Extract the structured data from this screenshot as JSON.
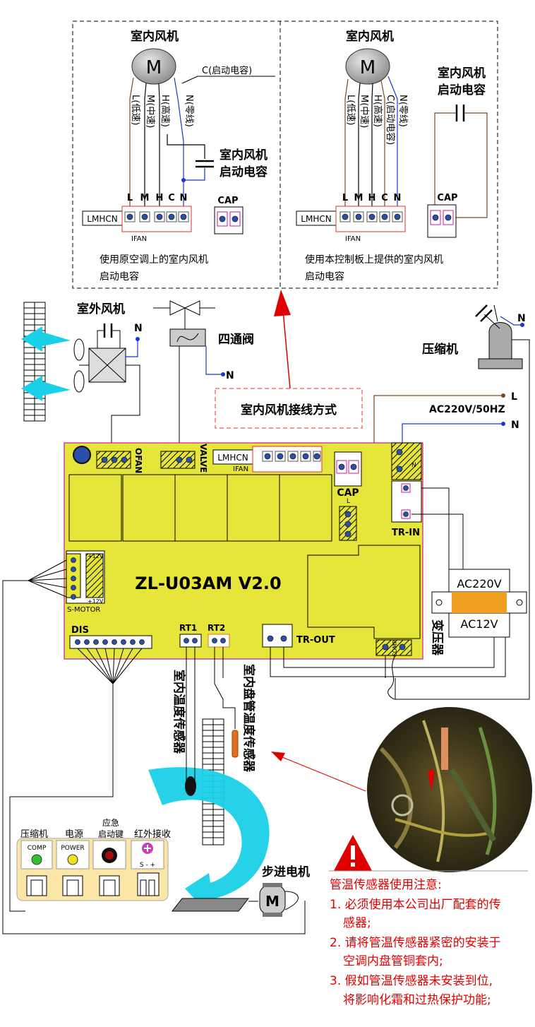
{
  "top_panels": [
    {
      "fan_title": "室内风机",
      "motor_label": "M",
      "wire_labels": [
        "L(低速)",
        "M(中速)",
        "H(高速)",
        "N(零线)"
      ],
      "cap_pointer_label": "C(启动电容)",
      "cap_label_1": "室内风机",
      "cap_label_2": "启动电容",
      "term_letters": [
        "L",
        "M",
        "H",
        "C",
        "N"
      ],
      "conn_label": "LMHCN",
      "ifan_label": "IFAN",
      "cap_box_label": "CAP",
      "caption_1": "使用原空调上的室内风机",
      "caption_2": "启动电容"
    },
    {
      "fan_title": "室内风机",
      "motor_label": "M",
      "wire_labels": [
        "L(低速)",
        "M(中速)",
        "H(高速)",
        "C(启动电容)",
        "N(零线)"
      ],
      "cap_label_1": "室内风机",
      "cap_label_2": "启动电容",
      "term_letters": [
        "L",
        "M",
        "H",
        "C",
        "N"
      ],
      "conn_label": "LMHCN",
      "ifan_label": "IFAN",
      "cap_box_label": "CAP",
      "caption_1": "使用本控制板上提供的室内风机",
      "caption_2": "启动电容"
    }
  ],
  "outdoor_fan": {
    "label": "室外风机",
    "n_label": "N"
  },
  "four_way_valve": {
    "label": "四通阀",
    "n_label": "N"
  },
  "compressor": {
    "label": "压缩机",
    "n_label": "N"
  },
  "indoor_fan_wiring_label": "室内风机接线方式",
  "power": {
    "l_label": "L",
    "spec": "AC220V/50HZ",
    "n_label": "N"
  },
  "board": {
    "model": "ZL-U03AM V2.0",
    "ofan": "OFAN",
    "valve": "VALVE",
    "conn": "LMHCN",
    "ifan": "IFAN",
    "cap": "CAP",
    "l_small": "L",
    "n_small": "N",
    "tr_in": "TR-IN",
    "plus12v_top": "+12V",
    "plus12v_bottom": "+12V",
    "s_motor": "S-MOTOR",
    "dis": "DIS",
    "rt1": "RT1",
    "rt2": "RT2",
    "tr_out": "TR-OUT",
    "comp": "COMP"
  },
  "transformer": {
    "primary": "AC220V",
    "secondary": "AC12V",
    "label": "变压器"
  },
  "sensors": {
    "indoor_temp": "室内温度传感器",
    "coil_temp": "室内盘管温度传感器"
  },
  "display_panel": {
    "compressor": "压缩机",
    "power": "电源",
    "emergency_1": "应急",
    "emergency_2": "启动键",
    "ir_receiver": "红外接收",
    "comp_led": "COMP",
    "power_led": "POWER",
    "ir_pins": "S  -  +"
  },
  "stepper_motor": {
    "label": "步进电机",
    "motor_letter": "M"
  },
  "notes": {
    "title": "管温传感器使用注意:",
    "items": [
      "1. 必须使用本公司出厂配套的传",
      "感器;",
      "2. 请将管温传感器紧密的安装于",
      "空调内盘管铜套内;",
      "3. 假如管温传感器未安装到位,",
      "将影响化霜和过热保护功能;"
    ]
  },
  "colors": {
    "board": "#e6e63a",
    "board_border": "#c8189b",
    "note_red": "#e00000",
    "arrow_cyan": "#1ad0e6",
    "wire_blue": "#1a35d8",
    "wire_brown": "#7a4a20"
  }
}
